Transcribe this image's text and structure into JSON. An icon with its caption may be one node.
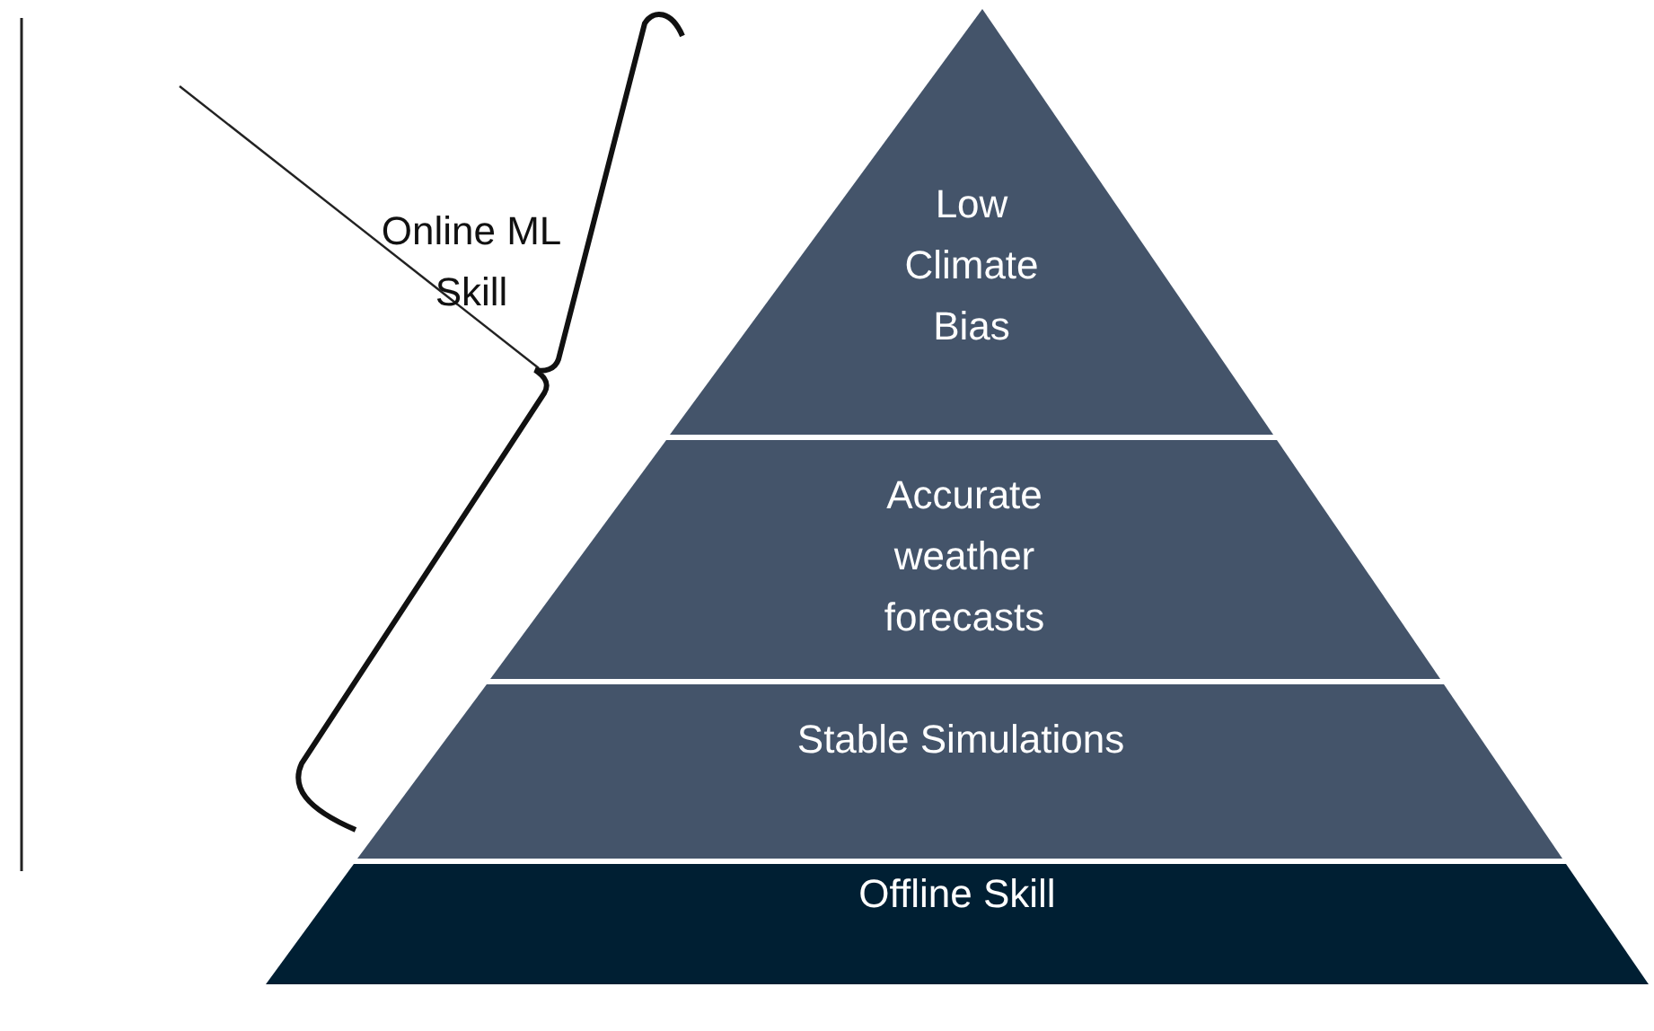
{
  "diagram": {
    "nodes": [
      {
        "text": [
          "Low Climate Bias"
        ]
      },
      {
        "text": [
          "Accurate weather forecasts"
        ]
      },
      {
        "text": [
          "Stable Simulations"
        ]
      },
      {
        "text": [
          "Offline Skill"
        ]
      }
    ],
    "labels": [
      "Online ML Skill"
    ]
  }
}
